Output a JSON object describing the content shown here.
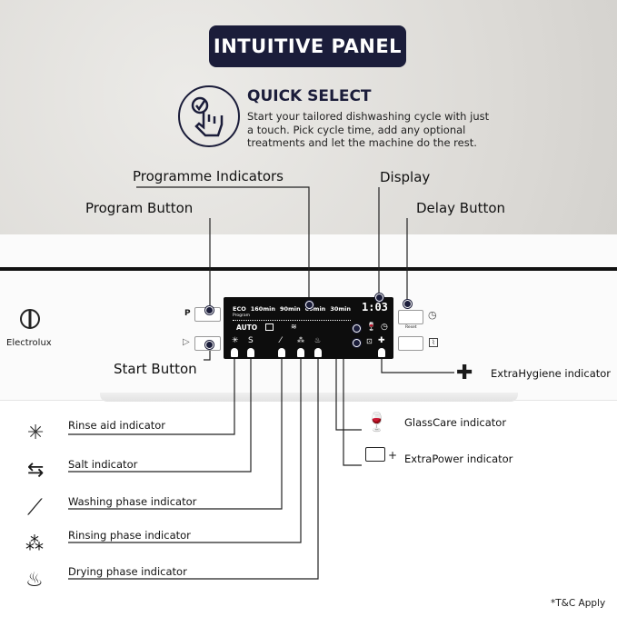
{
  "header": {
    "title": "INTUITIVE PANEL"
  },
  "quick_select": {
    "title": "QUICK SELECT",
    "description": "Start your tailored dishwashing cycle with just a touch. Pick cycle time, add any optional treatments and let the machine do the rest."
  },
  "callouts": {
    "programme_indicators": "Programme Indicators",
    "program_button": "Program Button",
    "display": "Display",
    "delay_button": "Delay Button",
    "start_button": "Start Button",
    "extrahygiene": "ExtraHygiene indicator",
    "glasscare": "GlassCare indicator",
    "extrapower": "ExtraPower indicator",
    "rinse_aid": "Rinse aid indicator",
    "salt": "Salt indicator",
    "washing": "Washing phase indicator",
    "rinsing": "Rinsing phase indicator",
    "drying": "Drying phase indicator"
  },
  "brand": "Electrolux",
  "panel": {
    "p_label": "P",
    "start_label": "▷",
    "programs": [
      "ECO",
      "160min",
      "90min",
      "60min",
      "30min"
    ],
    "program_caption": "Program",
    "auto": "AUTO",
    "display_value": "1:03",
    "reset": "Reset"
  },
  "footnote": "*T&C Apply",
  "colors": {
    "navy": "#1b1d3a",
    "panel": "#0d0d0d"
  }
}
